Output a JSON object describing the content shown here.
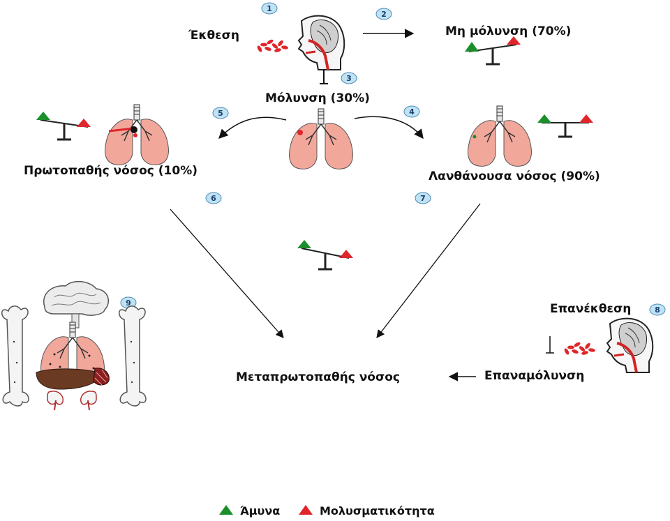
{
  "labels": {
    "exposure": "Έκθεση",
    "no_infection": "Μη μόλυνση (70%)",
    "infection": "Μόλυνση (30%)",
    "primary_disease": "Πρωτοπαθής νόσος (10%)",
    "latent_disease": "Λανθάνουσα νόσος (90%)",
    "reexposure": "Επανέκθεση",
    "reinfection": "Επαναμόλυνση",
    "postprimary_disease": "Μεταπρωτοπαθής νόσος"
  },
  "steps": [
    "1",
    "2",
    "3",
    "4",
    "5",
    "6",
    "7",
    "8",
    "9"
  ],
  "legend": {
    "defense": "Άμυνα",
    "infectivity": "Μολυσματικότητα"
  },
  "colors": {
    "defense": "#1a8f2a",
    "infectivity": "#e0262b",
    "lung": "#f2a79b",
    "liver": "#6b3a22",
    "step_badge": "#bfe3f3"
  }
}
